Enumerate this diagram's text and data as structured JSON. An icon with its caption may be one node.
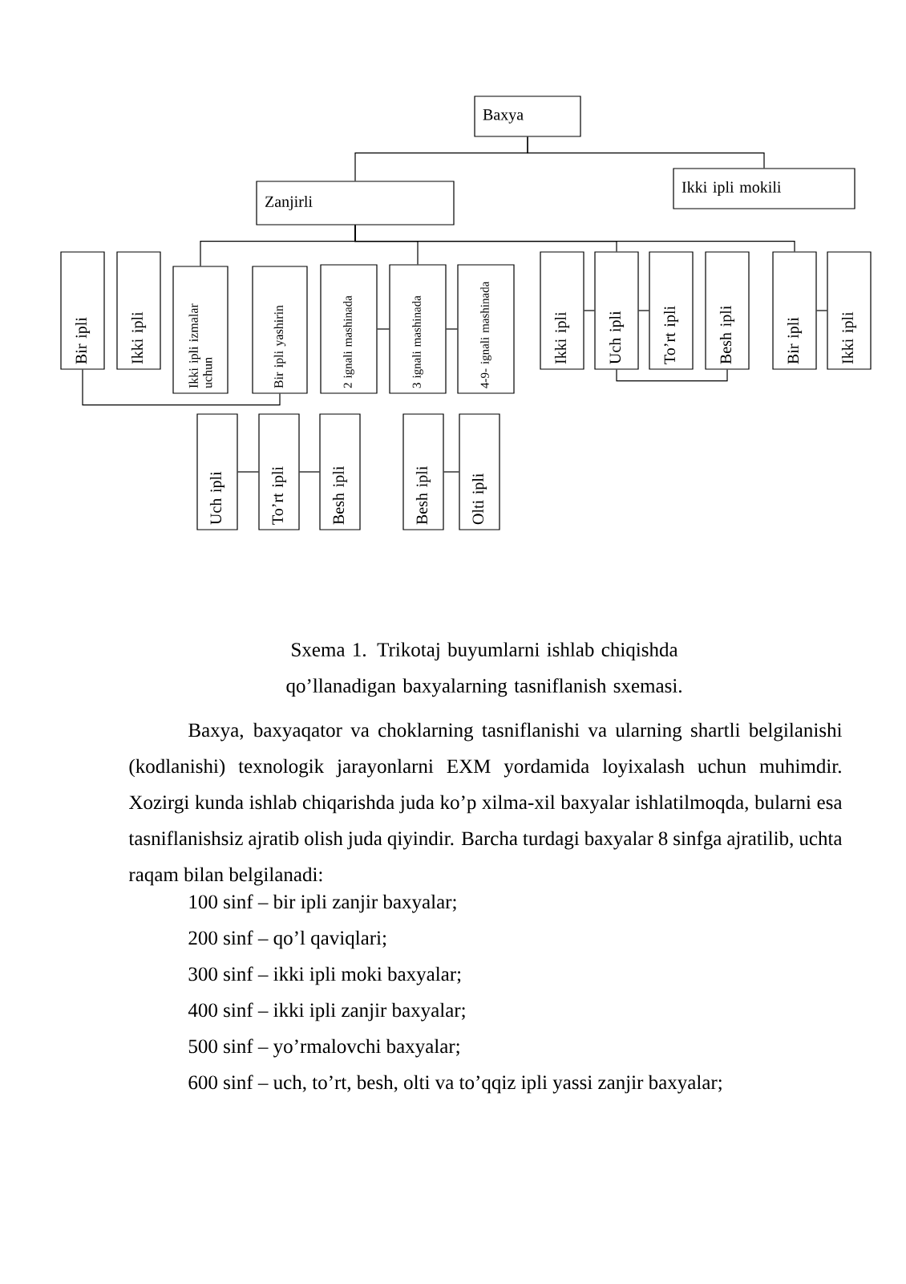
{
  "diagram": {
    "caption": "Sxema 1. Trikotaj buyumlarni ishlab chiqishda qo’llanadigan  baxyalarning tasniflanish sxemasi.",
    "nodes": [
      {
        "text": [
          "Baxya"
        ]
      },
      {
        "text": [
          "Zanjirli"
        ]
      },
      {
        "text": [
          "Ikki ipli mokili"
        ]
      },
      {
        "text": [
          "Bir ipli"
        ]
      },
      {
        "text": [
          "Ikki ipli"
        ]
      },
      {
        "text": [
          "Ikki ipli izmalar uchun"
        ]
      },
      {
        "text": [
          "Bir ipli yashirin"
        ]
      },
      {
        "text": [
          "2 ignali mashinada"
        ]
      },
      {
        "text": [
          "3 ignali mashinada"
        ]
      },
      {
        "text": [
          "4-9- ignali mashinada"
        ]
      },
      {
        "text": [
          "Ikki ipli"
        ]
      },
      {
        "text": [
          "Uch ipli"
        ]
      },
      {
        "text": [
          "To’rt ipli"
        ]
      },
      {
        "text": [
          "Besh ipli"
        ]
      },
      {
        "text": [
          "Bir ipli"
        ]
      },
      {
        "text": [
          "Ikki ipli"
        ]
      },
      {
        "text": [
          "Uch ipli"
        ]
      },
      {
        "text": [
          "To’rt ipli"
        ]
      },
      {
        "text": [
          "Besh ipli"
        ]
      },
      {
        "text": [
          "Besh ipli"
        ]
      },
      {
        "text": [
          "Olti ipli"
        ]
      }
    ],
    "edges": [
      {
        "from": 0,
        "to": 1,
        "arrow": "none"
      },
      {
        "from": 0,
        "to": 2,
        "arrow": "none"
      },
      {
        "from": 1,
        "to": 5,
        "arrow": "none"
      },
      {
        "from": 1,
        "to": 8,
        "arrow": "none"
      },
      {
        "from": 1,
        "to": 11,
        "arrow": "none"
      },
      {
        "from": 1,
        "to": 14,
        "arrow": "none"
      },
      {
        "from": 3,
        "to": 6,
        "arrow": "none"
      },
      {
        "from": 8,
        "to": 7,
        "arrow": "none"
      },
      {
        "from": 8,
        "to": 9,
        "arrow": "none"
      },
      {
        "from": 11,
        "to": 10,
        "arrow": "none"
      },
      {
        "from": 11,
        "to": 12,
        "arrow": "none"
      },
      {
        "from": 11,
        "to": 13,
        "arrow": "none"
      },
      {
        "from": 14,
        "to": 15,
        "arrow": "none"
      },
      {
        "from": 16,
        "to": 17,
        "arrow": "none"
      },
      {
        "from": 17,
        "to": 18,
        "arrow": "none"
      },
      {
        "from": 19,
        "to": 20,
        "arrow": "none"
      }
    ],
    "labels": [
      "Baxya, baxyaqator va choklarning tasniflanishi va ularning shartli belgilanishi (kodlanishi) texnologik jarayonlarni EXM yordamida loyixalash uchun muhimdir. Xozirgi kunda ishlab chiqarishda juda ko’p xilma-xil baxyalar ishlatilmoqda, bularni esa tasniflanishsiz ajratib olish juda qiyindir. Barcha turdagi baxyalar 8 sinfga ajratilib, uchta raqam bilan belgilanadi:",
      "100 sinf – bir ipli zanjir baxyalar;",
      "200 sinf – qo’l  qaviqlari;",
      "300 sinf – ikki ipli moki baxyalar;",
      "400 sinf – ikki ipli zanjir baxyalar;",
      "500 sinf – yo’rmalovchi baxyalar;",
      "600 sinf – uch, to’rt, besh, olti va to’qqiz ipli yassi zanjir baxyalar;"
    ]
  }
}
